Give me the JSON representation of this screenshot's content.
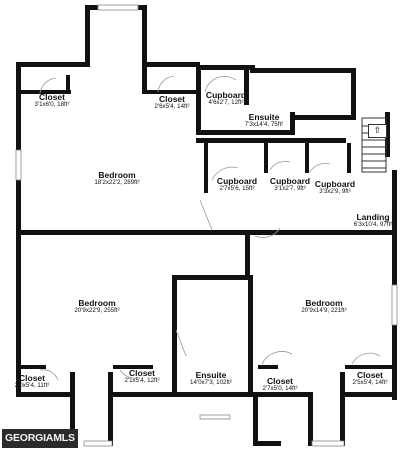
{
  "rooms": [
    {
      "id": "closet-a",
      "name": "Closet",
      "dims": "3'1x6'0, 18ft²"
    },
    {
      "id": "closet-b",
      "name": "Closet",
      "dims": "2'6x5'4, 14ft²"
    },
    {
      "id": "cupboard-a",
      "name": "Cupboard",
      "dims": "4'6x2'7, 12ft²"
    },
    {
      "id": "ensuite-a",
      "name": "Ensuite",
      "dims": "7'3x14'4, 75ft²"
    },
    {
      "id": "bedroom-a",
      "name": "Bedroom",
      "dims": "18'2x22'2, 289ft²"
    },
    {
      "id": "cupboard-b",
      "name": "Cupboard",
      "dims": "2'7x5'6, 15ft²"
    },
    {
      "id": "cupboard-c",
      "name": "Cupboard",
      "dims": "3'1x2'7, 9ft²"
    },
    {
      "id": "cupboard-d",
      "name": "Cupboard",
      "dims": "3'3x2'9, 9ft²"
    },
    {
      "id": "landing",
      "name": "Landing",
      "dims": "6'3x10'4, 97ft²"
    },
    {
      "id": "bedroom-b",
      "name": "Bedroom",
      "dims": "20'9x22'9, 255ft²"
    },
    {
      "id": "bedroom-c",
      "name": "Bedroom",
      "dims": "20'9x14'9, 221ft²"
    },
    {
      "id": "closet-c",
      "name": "Closet",
      "dims": "2'0x5'4, 11ft²"
    },
    {
      "id": "closet-d",
      "name": "Closet",
      "dims": "2'1x5'4, 12ft²"
    },
    {
      "id": "ensuite-b",
      "name": "Ensuite",
      "dims": "14'0x7'3, 102ft²"
    },
    {
      "id": "closet-e",
      "name": "Closet",
      "dims": "2'7x5'0, 14ft²"
    },
    {
      "id": "closet-f",
      "name": "Closet",
      "dims": "2'5x5'4, 14ft²"
    }
  ],
  "watermark": "GEORGIAMLS",
  "stair_icon": "up-arrow-icon",
  "colors": {
    "wall": "#111111",
    "door": "#999999",
    "watermark_bg": "#2b2b2b"
  }
}
